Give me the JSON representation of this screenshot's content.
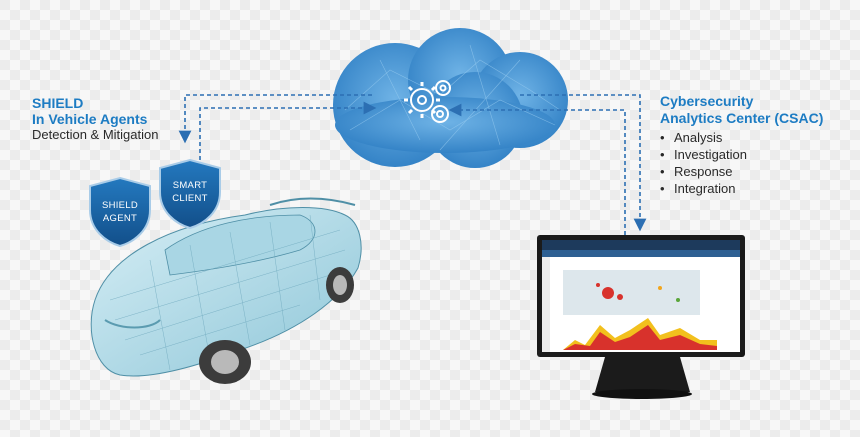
{
  "left_block": {
    "line1": "SHIELD",
    "line2": "In Vehicle Agents",
    "line3": "Detection & Mitigation"
  },
  "right_block": {
    "line1": "Cybersecurity",
    "line2": "Analytics Center (CSAC)",
    "items": [
      "Analysis",
      "Investigation",
      "Response",
      "Integration"
    ]
  },
  "shields": {
    "agent": {
      "line1": "SHIELD",
      "line2": "AGENT"
    },
    "client": {
      "line1": "SMART",
      "line2": "CLIENT"
    }
  },
  "colors": {
    "accent_blue": "#1d7cc3",
    "shield_fill": "#1767a8",
    "cloud_fill": "#3d8ed0",
    "arrow": "#2c6fb3"
  }
}
